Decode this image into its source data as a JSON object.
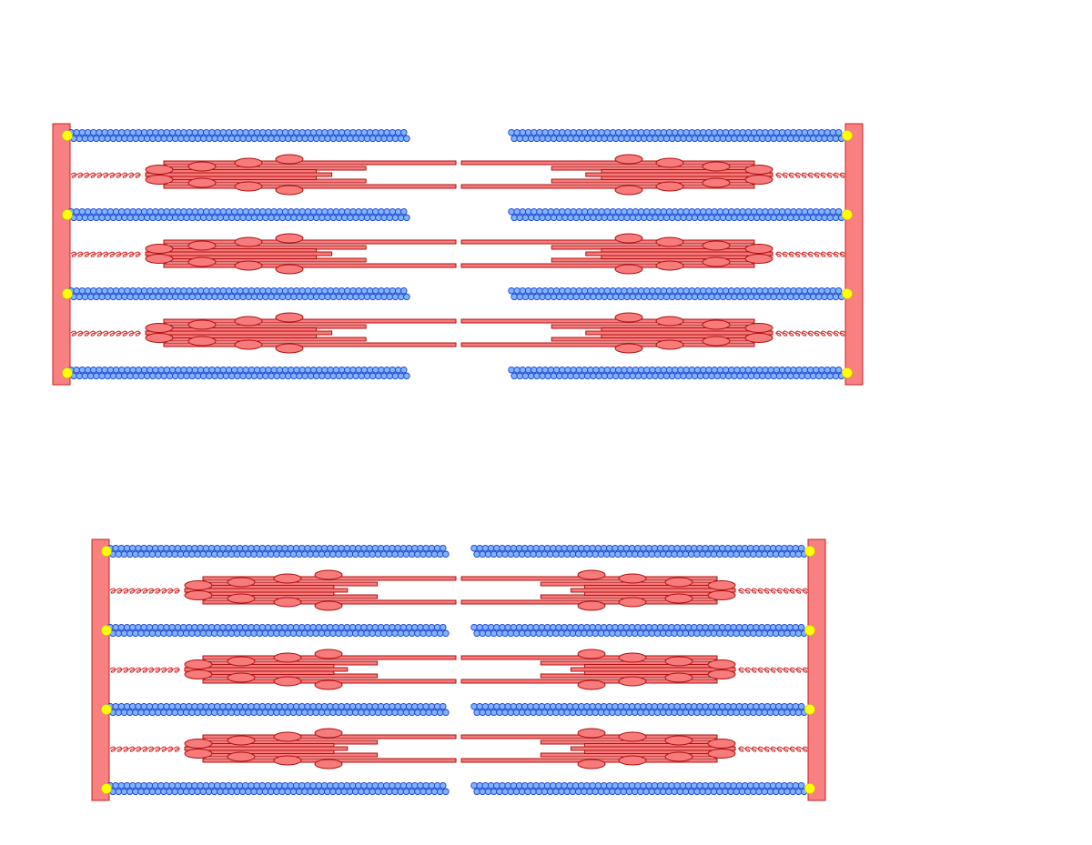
{
  "diagram": {
    "kind": "sarcomere-comparison",
    "panels": [
      {
        "id": "relaxed",
        "state": "relaxed",
        "actin_filaments": 4,
        "myosin_filaments": 3
      },
      {
        "id": "contracted",
        "state": "contracted",
        "actin_filaments": 4,
        "myosin_filaments": 3
      }
    ]
  },
  "colors": {
    "z_disc_fill": "#f88080",
    "z_disc_stroke": "#cc2222",
    "myosin_fill": "#f77b7b",
    "myosin_stroke": "#b01010",
    "actin_bead_fill": "#7fb2ff",
    "actin_bead_stroke": "#1a3fcc",
    "anchor_fill": "#ffff00",
    "titin_stroke": "#d42020"
  },
  "icons": {
    "z_disc": "z-disc-bar",
    "actin": "actin-bead-chain",
    "myosin": "myosin-thick-filament",
    "titin": "titin-spring"
  }
}
